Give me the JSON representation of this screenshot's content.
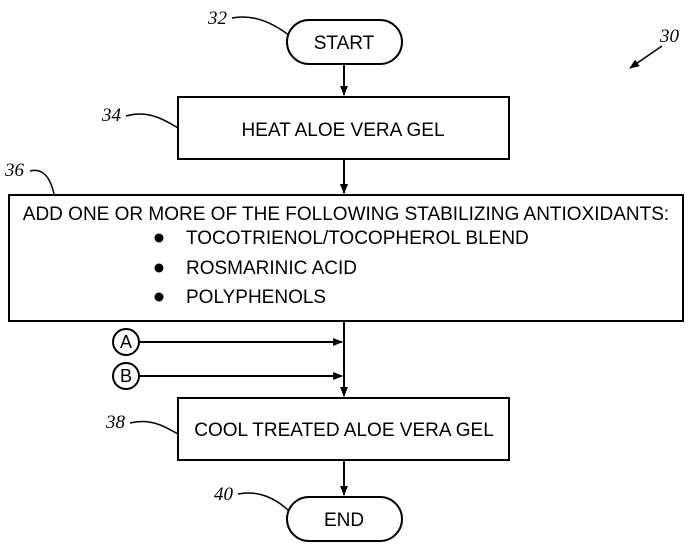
{
  "nodes": {
    "start": "START",
    "heat": "HEAT ALOE VERA GEL",
    "add_title": "ADD ONE OR MORE OF THE FOLLOWING STABILIZING ANTIOXIDANTS:",
    "add_items": [
      "TOCOTRIENOL/TOCOPHEROL BLEND",
      "ROSMARINIC ACID",
      "POLYPHENOLS"
    ],
    "cool": "COOL TREATED ALOE VERA GEL",
    "end": "END"
  },
  "connectors": [
    "A",
    "B"
  ],
  "refs": {
    "figure": "30",
    "start": "32",
    "heat": "34",
    "add": "36",
    "cool": "38",
    "end": "40"
  }
}
